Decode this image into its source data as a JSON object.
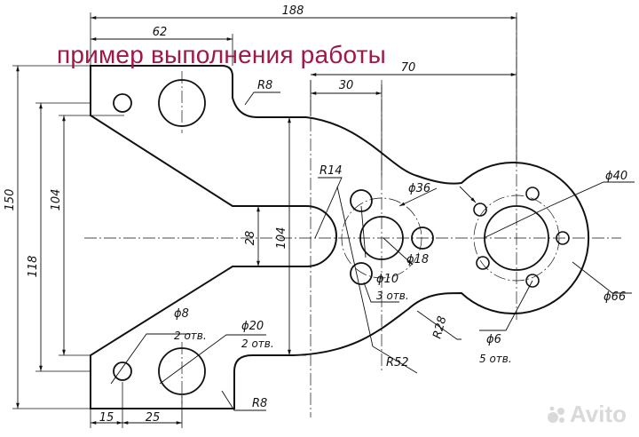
{
  "title": "пример выполнения работы",
  "watermark": "Avito",
  "dimensions": {
    "overall_width": "188",
    "top_width": "62",
    "offset_30": "30",
    "offset_70": "70",
    "overall_height": "150",
    "height_118": "118",
    "height_104_left": "104",
    "height_104_center": "104",
    "slot_width": "28",
    "r8_top": "R8",
    "r8_bottom": "R8",
    "r14": "R14",
    "r52": "R52",
    "r28": "R28",
    "d36": "ϕ36",
    "d18": "ϕ18",
    "d10": "ϕ10",
    "holes_3": "3 отв.",
    "d40": "ϕ40",
    "d66": "ϕ66",
    "d6": "ϕ6",
    "holes_5": "5 отв.",
    "d8": "ϕ8",
    "holes_2a": "2 отв.",
    "d20": "ϕ20",
    "holes_2b": "2 отв.",
    "bottom_15": "15",
    "bottom_25": "25"
  }
}
